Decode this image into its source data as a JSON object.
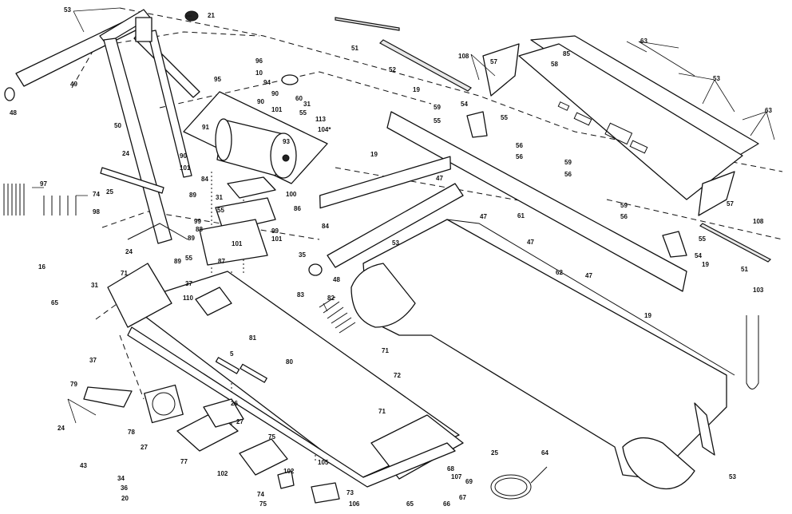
{
  "callouts": [
    {
      "id": "c53a",
      "text": "53"
    },
    {
      "id": "c21",
      "text": "21"
    },
    {
      "id": "c49",
      "text": "49"
    },
    {
      "id": "c48a",
      "text": "48"
    },
    {
      "id": "c50",
      "text": "50"
    },
    {
      "id": "c96",
      "text": "96"
    },
    {
      "id": "c10",
      "text": "10"
    },
    {
      "id": "c95",
      "text": "95"
    },
    {
      "id": "c94",
      "text": "94"
    },
    {
      "id": "c90a",
      "text": "90"
    },
    {
      "id": "c60a",
      "text": "60"
    },
    {
      "id": "c90b",
      "text": "90"
    },
    {
      "id": "c31a",
      "text": "31"
    },
    {
      "id": "c101a",
      "text": "101"
    },
    {
      "id": "c55a",
      "text": "55"
    },
    {
      "id": "c113",
      "text": "113"
    },
    {
      "id": "c91",
      "text": "91"
    },
    {
      "id": "c104",
      "text": "104*"
    },
    {
      "id": "c93",
      "text": "93"
    },
    {
      "id": "c90c",
      "text": "90"
    },
    {
      "id": "c101b",
      "text": "101"
    },
    {
      "id": "c84a",
      "text": "84"
    },
    {
      "id": "c89a",
      "text": "89"
    },
    {
      "id": "c31b",
      "text": "31"
    },
    {
      "id": "c100",
      "text": "100"
    },
    {
      "id": "c24a",
      "text": "24"
    },
    {
      "id": "c25a",
      "text": "25"
    },
    {
      "id": "c97",
      "text": "97"
    },
    {
      "id": "c74a",
      "text": "74"
    },
    {
      "id": "c98",
      "text": "98"
    },
    {
      "id": "c55b",
      "text": "55"
    },
    {
      "id": "c86",
      "text": "86"
    },
    {
      "id": "c99a",
      "text": "99"
    },
    {
      "id": "c88",
      "text": "88"
    },
    {
      "id": "c89b",
      "text": "89"
    },
    {
      "id": "c101c",
      "text": "101"
    },
    {
      "id": "c99b",
      "text": "99"
    },
    {
      "id": "c101d",
      "text": "101"
    },
    {
      "id": "c89c",
      "text": "89"
    },
    {
      "id": "c55c",
      "text": "55"
    },
    {
      "id": "c87",
      "text": "87"
    },
    {
      "id": "c24b",
      "text": "24"
    },
    {
      "id": "c35",
      "text": "35"
    },
    {
      "id": "c84b",
      "text": "84"
    },
    {
      "id": "c16",
      "text": "16"
    },
    {
      "id": "c71a",
      "text": "71"
    },
    {
      "id": "c37a",
      "text": "37"
    },
    {
      "id": "c31c",
      "text": "31"
    },
    {
      "id": "c110",
      "text": "110"
    },
    {
      "id": "c65a",
      "text": "65"
    },
    {
      "id": "c37b",
      "text": "37"
    },
    {
      "id": "c81",
      "text": "81"
    },
    {
      "id": "c5",
      "text": "5"
    },
    {
      "id": "c80",
      "text": "80"
    },
    {
      "id": "c83",
      "text": "83"
    },
    {
      "id": "c82",
      "text": "82"
    },
    {
      "id": "c71b",
      "text": "71"
    },
    {
      "id": "c72",
      "text": "72"
    },
    {
      "id": "c79",
      "text": "79"
    },
    {
      "id": "c24c",
      "text": "24"
    },
    {
      "id": "c78",
      "text": "78"
    },
    {
      "id": "c26",
      "text": "26"
    },
    {
      "id": "c27a",
      "text": "27"
    },
    {
      "id": "c27b",
      "text": "27"
    },
    {
      "id": "c77",
      "text": "77"
    },
    {
      "id": "c43",
      "text": "43"
    },
    {
      "id": "c75",
      "text": "75"
    },
    {
      "id": "c34",
      "text": "34"
    },
    {
      "id": "c36",
      "text": "36"
    },
    {
      "id": "c20",
      "text": "20"
    },
    {
      "id": "c102a",
      "text": "102"
    },
    {
      "id": "c102b",
      "text": "102"
    },
    {
      "id": "c74b",
      "text": "74"
    },
    {
      "id": "c75b",
      "text": "75"
    },
    {
      "id": "c105",
      "text": "105"
    },
    {
      "id": "c73",
      "text": "73"
    },
    {
      "id": "c106",
      "text": "106"
    },
    {
      "id": "c71c",
      "text": "71"
    },
    {
      "id": "c51a",
      "text": "51"
    },
    {
      "id": "c52",
      "text": "52"
    },
    {
      "id": "c108a",
      "text": "108"
    },
    {
      "id": "c57a",
      "text": "57"
    },
    {
      "id": "c85",
      "text": "85"
    },
    {
      "id": "c58",
      "text": "58"
    },
    {
      "id": "c63a",
      "text": "63"
    },
    {
      "id": "c53b",
      "text": "53"
    },
    {
      "id": "c63b",
      "text": "63"
    },
    {
      "id": "c19a",
      "text": "19"
    },
    {
      "id": "c59a",
      "text": "59"
    },
    {
      "id": "c54a",
      "text": "54"
    },
    {
      "id": "c55d",
      "text": "55"
    },
    {
      "id": "c55e",
      "text": "55"
    },
    {
      "id": "c19b",
      "text": "19"
    },
    {
      "id": "c56a",
      "text": "56"
    },
    {
      "id": "c56b",
      "text": "56"
    },
    {
      "id": "c59b",
      "text": "59"
    },
    {
      "id": "c56c",
      "text": "56"
    },
    {
      "id": "c59c",
      "text": "59"
    },
    {
      "id": "c56d",
      "text": "56"
    },
    {
      "id": "c47a",
      "text": "47"
    },
    {
      "id": "c47b",
      "text": "47"
    },
    {
      "id": "c61",
      "text": "61"
    },
    {
      "id": "c47c",
      "text": "47"
    },
    {
      "id": "c47d",
      "text": "47"
    },
    {
      "id": "c57b",
      "text": "57"
    },
    {
      "id": "c108b",
      "text": "108"
    },
    {
      "id": "c55f",
      "text": "55"
    },
    {
      "id": "c54b",
      "text": "54"
    },
    {
      "id": "c51b",
      "text": "51"
    },
    {
      "id": "c19c",
      "text": "19"
    },
    {
      "id": "c19d",
      "text": "19"
    },
    {
      "id": "c53c",
      "text": "53"
    },
    {
      "id": "c48b",
      "text": "48"
    },
    {
      "id": "c62",
      "text": "62"
    },
    {
      "id": "c103",
      "text": "103"
    },
    {
      "id": "c25b",
      "text": "25"
    },
    {
      "id": "c64",
      "text": "64"
    },
    {
      "id": "c68",
      "text": "68"
    },
    {
      "id": "c107",
      "text": "107"
    },
    {
      "id": "c69",
      "text": "69"
    },
    {
      "id": "c67",
      "text": "67"
    },
    {
      "id": "c66",
      "text": "66"
    },
    {
      "id": "c65b",
      "text": "65"
    },
    {
      "id": "c53d",
      "text": "53"
    }
  ]
}
